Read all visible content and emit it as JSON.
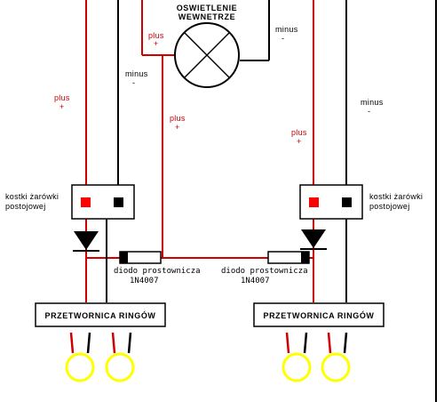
{
  "colors": {
    "wire_plus": "#d00000",
    "wire_minus": "#000000",
    "ring": "#ffff00",
    "text_plus": "#cc0000",
    "text_default": "#000000"
  },
  "lamp": {
    "title_line1": "OSWIETLENIE",
    "title_line2": "WEWNETRZE"
  },
  "labels": {
    "plus": "plus",
    "plus_sign": "+",
    "minus": "minus",
    "minus_sign": "-"
  },
  "connector_left": {
    "line1": "kostki żarówki",
    "line2": "postojowej"
  },
  "connector_right": {
    "line1": "kostki żarówki",
    "line2": "postojowej"
  },
  "diode_left": {
    "line1": "diodo prostownicza",
    "line2": "1N4007"
  },
  "diode_right": {
    "line1": "diodo prostownicza",
    "line2": "1N4007"
  },
  "converter_left": {
    "label": "PRZETWORNICA RINGÓW"
  },
  "converter_right": {
    "label": "PRZETWORNICA RINGÓW"
  }
}
